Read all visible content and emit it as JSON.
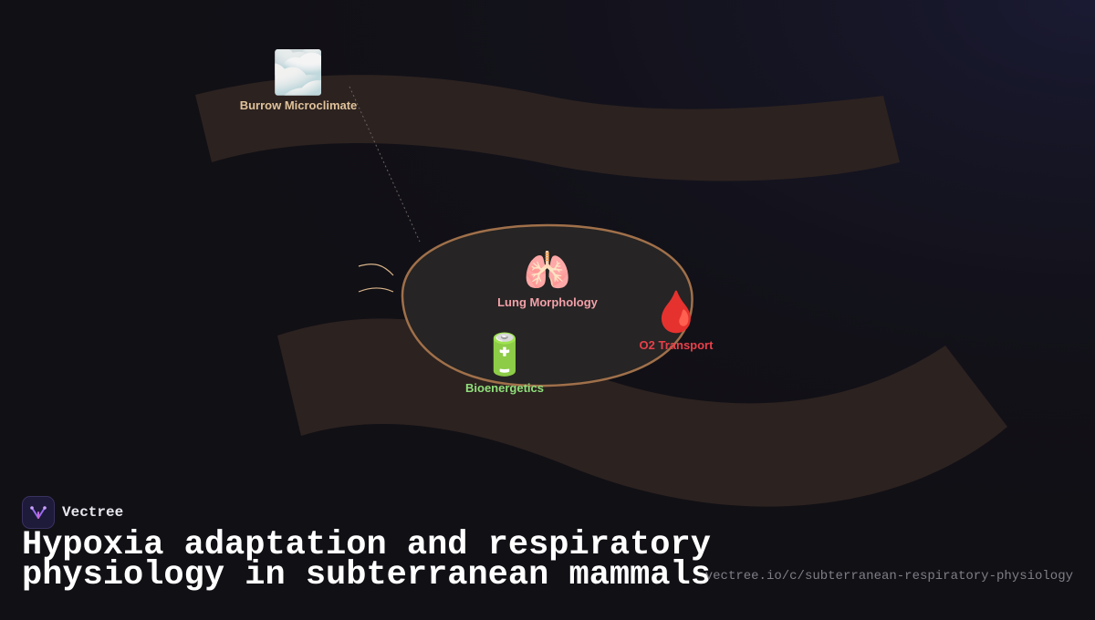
{
  "brand": {
    "name": "Vectree"
  },
  "title": "Hypoxia adaptation and respiratory physiology in subterranean mammals",
  "url": "vectree.io/c/subterranean-respiratory-physiology",
  "colors": {
    "background": "#111015",
    "band": "#2c2220",
    "blob_fill": "#262424",
    "blob_stroke": "#a0704a",
    "burrow": "#e0c29a",
    "lung": "#f2a0a8",
    "o2": "#e8404a",
    "bio": "#8fe07a"
  },
  "nodes": {
    "burrow": {
      "icon": "fog-cloud-icon",
      "glyph": "🌫️",
      "label": "Burrow Microclimate"
    },
    "lung": {
      "icon": "lungs-icon",
      "glyph": "🫁",
      "label": "Lung Morphology"
    },
    "o2": {
      "icon": "blood-drop-icon",
      "glyph": "🩸",
      "label": "O2 Transport"
    },
    "bio": {
      "icon": "battery-icon",
      "glyph": "🔋",
      "label": "Bioenergetics"
    }
  }
}
